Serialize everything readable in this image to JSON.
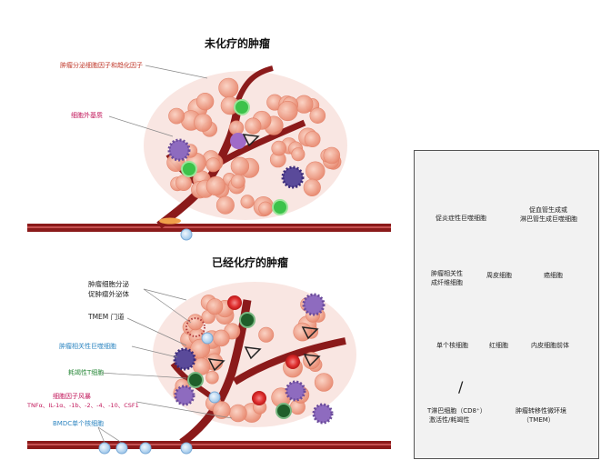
{
  "titles": {
    "untreated": "未化疗的肿瘤",
    "treated": "已经化疗的肿瘤"
  },
  "labels": {
    "tumor_secreted_factors": "肿瘤分泌细胞因子和趋化因子",
    "extracellular_matrix": "细胞外基质",
    "exosomes_line1": "肿瘤细胞分泌",
    "exosomes_line2": "促肿瘤外泌体",
    "tmem_door": "TMEM 门道",
    "tam": "肿瘤相关性巨噬细胞",
    "exhausted_t": "耗竭性T细胞",
    "cytokine_storm": "细胞因子风暴",
    "cytokine_list": "TNFα、IL-1α、-1b、-2、-4、-10、CSF1",
    "bmdc": "BMDC单个核细胞"
  },
  "legend": {
    "inflammatory_macrophage": "促炎症性巨噬细胞",
    "angio_macrophage_line1": "促血管生成或",
    "angio_macrophage_line2": "淋巴管生成巨噬细胞",
    "caf_line1": "肿瘤相关性",
    "caf_line2": "成纤维细胞",
    "pericyte": "周皮细胞",
    "cancer_cell": "癌细胞",
    "monocyte": "单个核细胞",
    "rbc": "红细胞",
    "endothelial_precursor": "内皮细胞前体",
    "t_cell_line1": "T淋巴细胞（CD8⁺）",
    "t_cell_line2": "激活性/耗竭性",
    "tmem_line1": "肿瘤转移性微环境",
    "tmem_line2": "（TMEM）",
    "slash": "/"
  },
  "colors": {
    "vessel": "#8b1a1a",
    "vessel_light": "#b23a3a",
    "tumor_cell": "#f2a58e",
    "macrophage": "#8e6bbf",
    "t_cell_active": "#3cc24a",
    "t_cell_exhausted": "#1f5f2a",
    "rbc": "#d62c2c",
    "monocyte": "#bcd9f2"
  }
}
